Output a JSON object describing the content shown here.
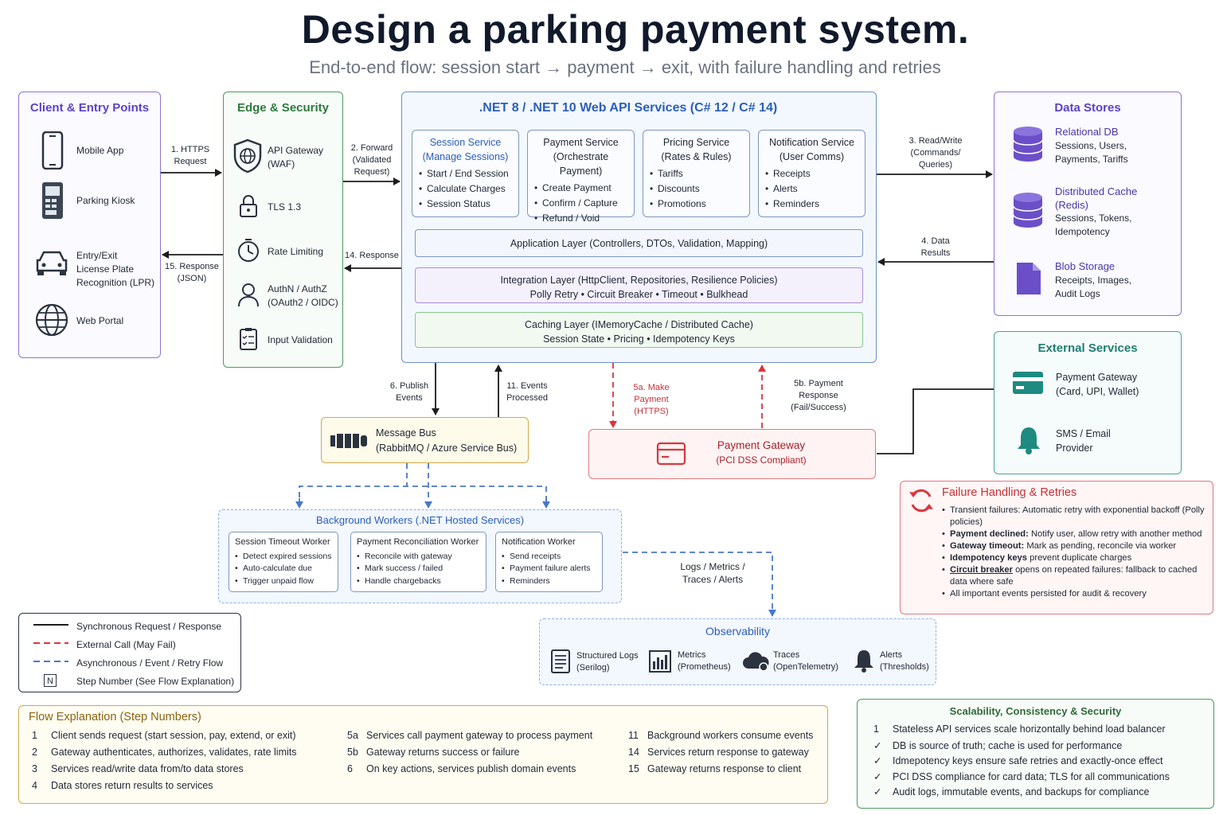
{
  "title": "Design a parking payment system.",
  "subtitle": "End-to-end flow: session start → payment → exit, with failure handling and retries",
  "client": {
    "title": "Client & Entry Points",
    "items": [
      {
        "icon": "mobile-phone-icon",
        "label": "Mobile App"
      },
      {
        "icon": "parking-kiosk-icon",
        "label": "Parking Kiosk"
      },
      {
        "icon": "car-icon",
        "label": "Entry/Exit\nLicense Plate\nRecognition (LPR)"
      },
      {
        "icon": "globe-icon",
        "label": "Web Portal"
      }
    ]
  },
  "edge": {
    "title": "Edge & Security",
    "items": [
      {
        "icon": "shield-globe-icon",
        "label": "API Gateway\n(WAF)"
      },
      {
        "icon": "lock-icon",
        "label": "TLS 1.3"
      },
      {
        "icon": "timer-icon",
        "label": "Rate Limiting"
      },
      {
        "icon": "user-icon",
        "label": "AuthN / AuthZ\n(OAuth2 / OIDC)"
      },
      {
        "icon": "checklist-icon",
        "label": "Input Validation"
      }
    ]
  },
  "api": {
    "title": ".NET 8 / .NET 10 Web API Services (C# 12 / C# 14)",
    "services": [
      {
        "title": "Session Service",
        "subtitle": "(Manage Sessions)",
        "items": [
          "Start / End Session",
          "Calculate Charges",
          "Session Status"
        ]
      },
      {
        "title": "Payment Service",
        "subtitle": "(Orchestrate Payment)",
        "items": [
          "Create Payment",
          "Confirm / Capture",
          "Refund / Void"
        ]
      },
      {
        "title": "Pricing Service",
        "subtitle": "(Rates & Rules)",
        "items": [
          "Tariffs",
          "Discounts",
          "Promotions"
        ]
      },
      {
        "title": "Notification Service",
        "subtitle": "(User Comms)",
        "items": [
          "Receipts",
          "Alerts",
          "Reminders"
        ]
      }
    ],
    "layers": [
      {
        "bold": "Application Layer",
        "rest": " (Controllers, DTOs, Validation, Mapping)",
        "line2": ""
      },
      {
        "bold": "Integration Layer",
        "rest": " (HttpClient, Repositories, Resilience Policies)",
        "line2": "Polly Retry • Circuit Breaker • Timeout • Bulkhead"
      },
      {
        "bold": "Caching Layer",
        "rest": " (IMemoryCache / Distributed Cache)",
        "line2": "Session State • Pricing • Idempotency Keys"
      }
    ]
  },
  "datastores": {
    "title": "Data Stores",
    "items": [
      {
        "icon": "database-icon",
        "title": "Relational DB",
        "desc": "Sessions, Users,\nPayments, Tariffs"
      },
      {
        "icon": "cache-database-icon",
        "title": "Distributed Cache\n(Redis)",
        "desc": "Sessions, Tokens,\nIdempotency"
      },
      {
        "icon": "file-icon",
        "title": "Blob Storage",
        "desc": "Receipts, Images,\nAudit Logs"
      }
    ]
  },
  "external": {
    "title": "External Services",
    "items": [
      {
        "icon": "credit-card-icon",
        "label": "Payment Gateway\n(Card, UPI, Wallet)"
      },
      {
        "icon": "bell-icon",
        "label": "SMS / Email\nProvider"
      }
    ]
  },
  "arrows": {
    "a1": "1. HTTPS\nRequest",
    "a2": "2. Forward\n(Validated\nRequest)",
    "a3": "3. Read/Write\n(Commands/\nQueries)",
    "a4": "4. Data\nResults",
    "a14": "14. Response",
    "a15": "15. Response\n(JSON)",
    "a6": "6. Publish\nEvents",
    "a11": "11. Events\nProcessed",
    "a5a": "5a. Make\nPayment\n(HTTPS)",
    "a5b": "5b. Payment\nResponse\n(Fail/Success)",
    "logs": "Logs / Metrics /\nTraces / Alerts"
  },
  "bus": {
    "title": "Message Bus",
    "subtitle": "(RabbitMQ / Azure Service Bus)"
  },
  "pg": {
    "title": "Payment Gateway",
    "subtitle": "(PCI DSS Compliant)"
  },
  "workers": {
    "title": "Background Workers (.NET Hosted Services)",
    "items": [
      {
        "title": "Session Timeout Worker",
        "items": [
          "Detect expired sessions",
          "Auto-calculate due",
          "Trigger unpaid flow"
        ]
      },
      {
        "title": "Payment Reconciliation Worker",
        "items": [
          "Reconcile with gateway",
          "Mark success / failed",
          "Handle chargebacks"
        ]
      },
      {
        "title": "Notification Worker",
        "items": [
          "Send receipts",
          "Payment failure alerts",
          "Reminders"
        ]
      }
    ]
  },
  "failure": {
    "title": "Failure Handling & Retries",
    "items": [
      {
        "bold": "",
        "text": "Transient failures: Automatic retry with exponential backoff (Polly policies)"
      },
      {
        "bold": "Payment declined:",
        "text": " Notify user, allow retry with another method"
      },
      {
        "bold": "Gateway timeout:",
        "text": " Mark as pending, reconcile via worker"
      },
      {
        "bold": "Idempotency keys",
        "text": " prevent duplicate charges"
      },
      {
        "bold": "Circuit breaker",
        "text": " opens on repeated failures: fallback to cached data where safe"
      },
      {
        "bold": "",
        "text": "All important events persisted for audit & recovery"
      }
    ]
  },
  "legend": {
    "items": [
      {
        "label": "Synchronous Request / Response"
      },
      {
        "label": "External Call (May Fail)"
      },
      {
        "label": "Asynchronous / Event / Retry Flow"
      },
      {
        "label": "Step Number (See Flow Explanation)",
        "marker": "N"
      }
    ]
  },
  "observability": {
    "title": "Observability",
    "items": [
      {
        "icon": "document-icon",
        "title": "Structured Logs",
        "sub": "(Serilog)"
      },
      {
        "icon": "bar-chart-icon",
        "title": "Metrics",
        "sub": "(Prometheus)"
      },
      {
        "icon": "cloud-icon",
        "title": "Traces",
        "sub": "(OpenTelemetry)"
      },
      {
        "icon": "alarm-bell-icon",
        "title": "Alerts",
        "sub": "(Thresholds)"
      }
    ]
  },
  "flow": {
    "title": "Flow Explanation (Step Numbers)",
    "col1": [
      {
        "n": "1",
        "t": "Client sends request (start session, pay, extend, or exit)"
      },
      {
        "n": "2",
        "t": "Gateway authenticates, authorizes, validates, rate limits"
      },
      {
        "n": "3",
        "t": "Services read/write data from/to data stores"
      },
      {
        "n": "4",
        "t": "Data stores return results to services"
      }
    ],
    "col2": [
      {
        "n": "5a",
        "t": "Services call payment gateway to process payment"
      },
      {
        "n": "5b",
        "t": "Gateway returns success or failure"
      },
      {
        "n": "6",
        "t": "On key actions, services publish domain events"
      }
    ],
    "col3": [
      {
        "n": "11",
        "t": "Background workers consume events"
      },
      {
        "n": "14",
        "t": "Services return response to gateway"
      },
      {
        "n": "15",
        "t": "Gateway returns response to client"
      }
    ]
  },
  "scal": {
    "title": "Scalability, Consistency & Security",
    "items": [
      {
        "n": "1",
        "t": "Stateless API services scale horizontally behind load balancer"
      },
      {
        "n": "✓",
        "t": "DB is source of truth; cache is used for performance"
      },
      {
        "n": "✓",
        "t": "Idmepotency keys ensure safe retries and exactly-once effect"
      },
      {
        "n": "✓",
        "t": "PCI DSS compliance for card data; TLS for all communications"
      },
      {
        "n": "✓",
        "t": "Audit logs, immutable events, and backups for compliance"
      }
    ]
  }
}
